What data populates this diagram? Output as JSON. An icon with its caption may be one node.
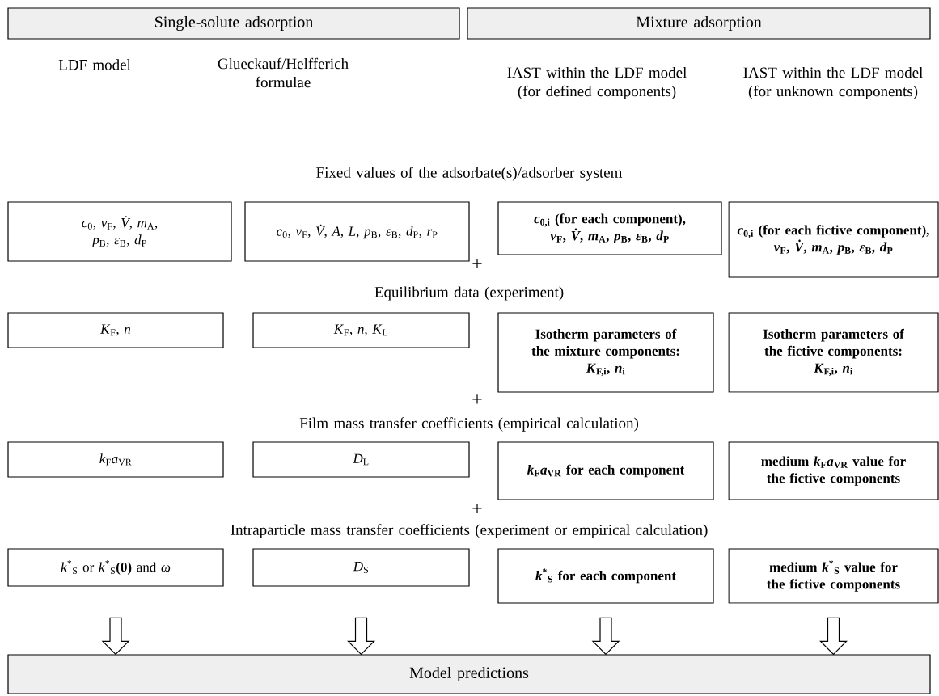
{
  "diagram": {
    "nodes": [
      {
        "text": [
          "Single-solute adsorption"
        ]
      },
      {
        "text": [
          "Mixture adsorption"
        ]
      },
      {
        "text": [
          "*c*$_{0}$, *v*$_{F}$, *V̇*, *m*$_{A}$, *p*$_{B}$, *ε*$_{B}$, *d*$_{P}$"
        ]
      },
      {
        "text": [
          "*c*$_{0}$, *v*$_{F}$, *V̇*, *A*, *L*, *p*$_{B}$, *ε*$_{B}$, *d*$_{P}$, *r*$_{P}$"
        ]
      },
      {
        "text": [
          "*c*$_{0,i}$ (for each component), *v*$_{F}$, *V̇*, *m*$_{A}$, *p*$_{B}$, *ε*$_{B}$, *d*$_{P}$"
        ]
      },
      {
        "text": [
          "*c*$_{0,i}$ (for each fictive component), *v*$_{F}$, *V̇*, *m*$_{A}$, *p*$_{B}$, *ε*$_{B}$, *d*$_{P}$"
        ]
      },
      {
        "text": [
          "*K*$_{F}$, *n*"
        ]
      },
      {
        "text": [
          "*K*$_{F}$, *n*, *K*$_{L}$"
        ]
      },
      {
        "text": [
          "Isotherm parameters of the mixture components:",
          "*K*$_{F,i}$, *n*$_{i}$"
        ]
      },
      {
        "text": [
          "Isotherm parameters of the fictive components:",
          "*K*$_{F,i}$, *n*$_{i}$"
        ]
      },
      {
        "text": [
          "*k*$_{F}$*a*$_{VR}$"
        ]
      },
      {
        "text": [
          "*D*$_{L}$"
        ]
      },
      {
        "text": [
          "*k*$_{F}$*a*$_{VR}$ for each component"
        ]
      },
      {
        "text": [
          "medium *k*$_{F}$*a*$_{VR}$ value for the fictive components"
        ]
      },
      {
        "text": [
          "*k*$^{*}$$_{S}$ or *k*$^{*}$$_{S}$**(0)** and *ω*"
        ]
      },
      {
        "text": [
          "*D*$_{S}$"
        ]
      },
      {
        "text": [
          "*k*$^{*}$$_{S}$ for each component"
        ]
      },
      {
        "text": [
          "medium *k*$^{*}$$_{S}$ value for the fictive components"
        ]
      },
      {
        "text": [
          "Model predictions"
        ]
      }
    ],
    "edges": [
      {
        "from": 14,
        "to": 18,
        "arrow": "to"
      },
      {
        "from": 15,
        "to": 18,
        "arrow": "to"
      },
      {
        "from": 16,
        "to": 18,
        "arrow": "to"
      },
      {
        "from": 17,
        "to": 18,
        "arrow": "to"
      }
    ],
    "labels": [
      "LDF model",
      "Glueckauf/Helfferich formulae",
      "IAST within the LDF model (for defined components)",
      "IAST within the LDF model (for unknown components)",
      "Fixed values of the adsorbate(s)/adsorber system",
      "+",
      "Equilibrium data (experiment)",
      "+",
      "Film mass transfer coefficients (empirical calculation)",
      "+",
      "Intraparticle mass transfer coefficients (experiment or empirical calculation)"
    ]
  }
}
